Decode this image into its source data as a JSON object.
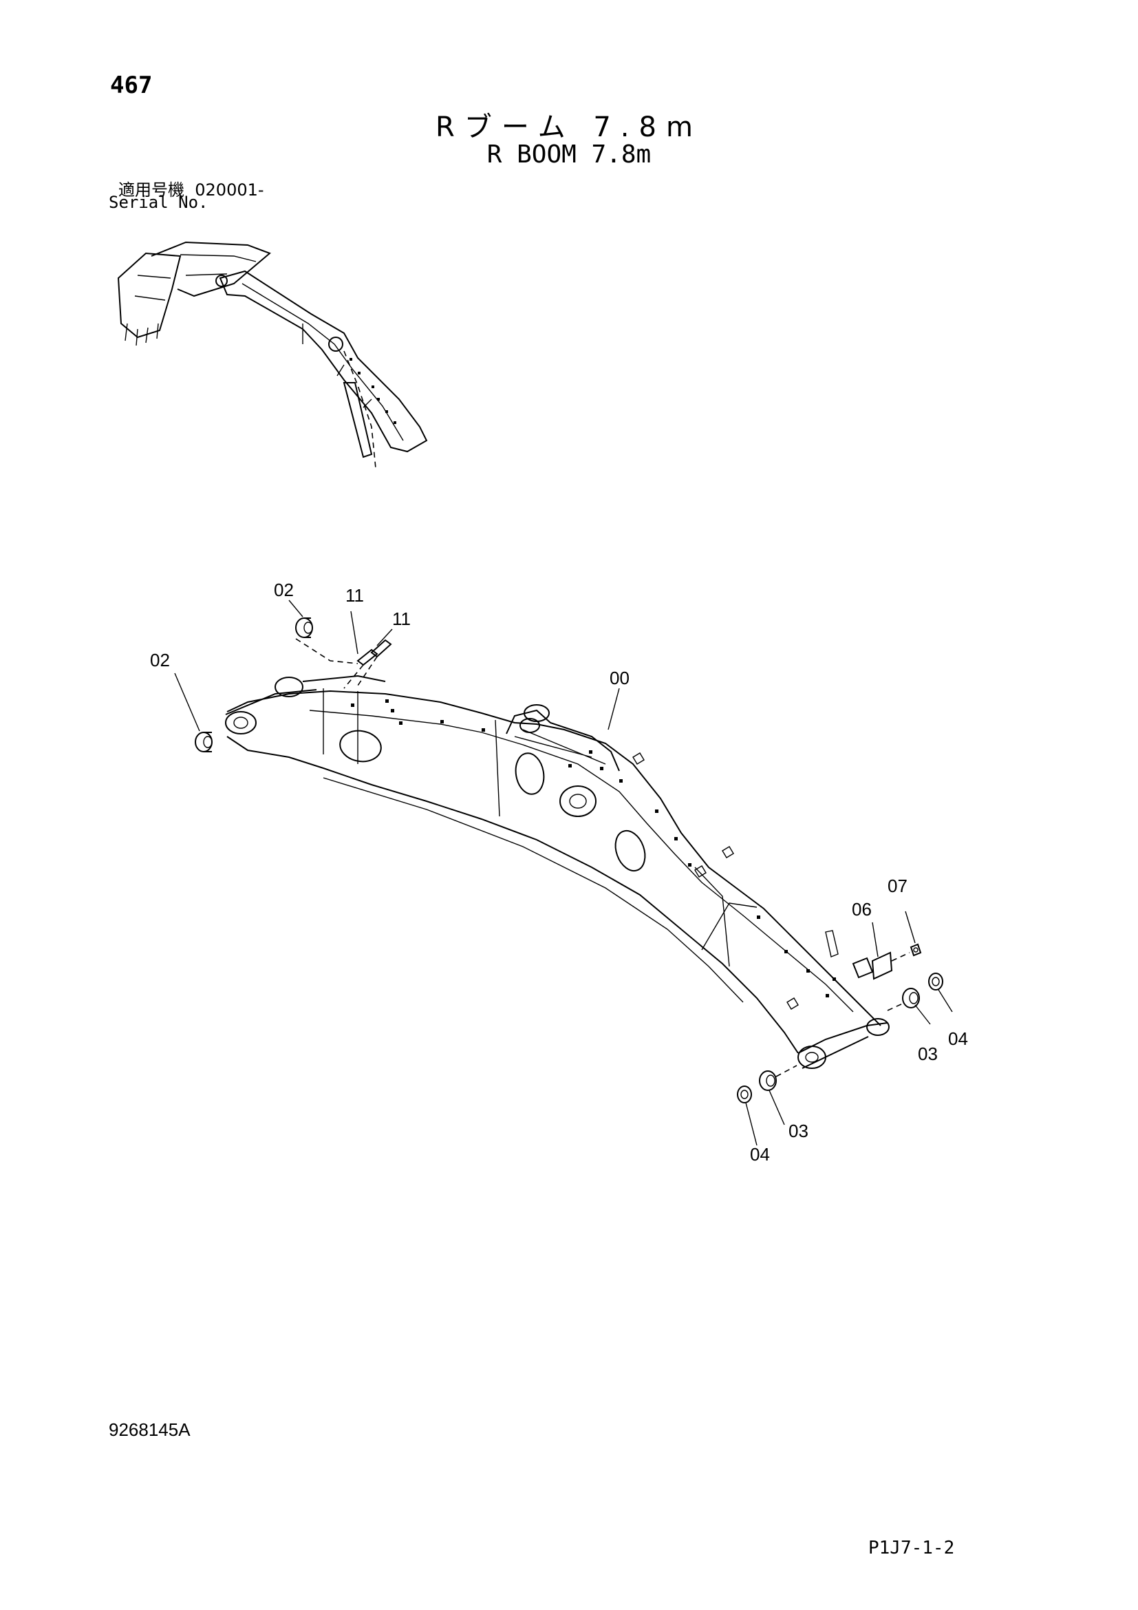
{
  "header": {
    "page_number": "467",
    "title_jp": "Rブーム 7.8m",
    "title_en": "R BOOM 7.8m"
  },
  "serial": {
    "label_jp": "適用号機",
    "value": "020001-",
    "label_en": "Serial No."
  },
  "callouts": {
    "c00": "00",
    "c02a": "02",
    "c02b": "02",
    "c11a": "11",
    "c11b": "11",
    "c03a": "03",
    "c03b": "03",
    "c04a": "04",
    "c04b": "04",
    "c06": "06",
    "c07": "07"
  },
  "footer": {
    "drawing_number": "9268145A",
    "page_code": "P1J7-1-2"
  }
}
